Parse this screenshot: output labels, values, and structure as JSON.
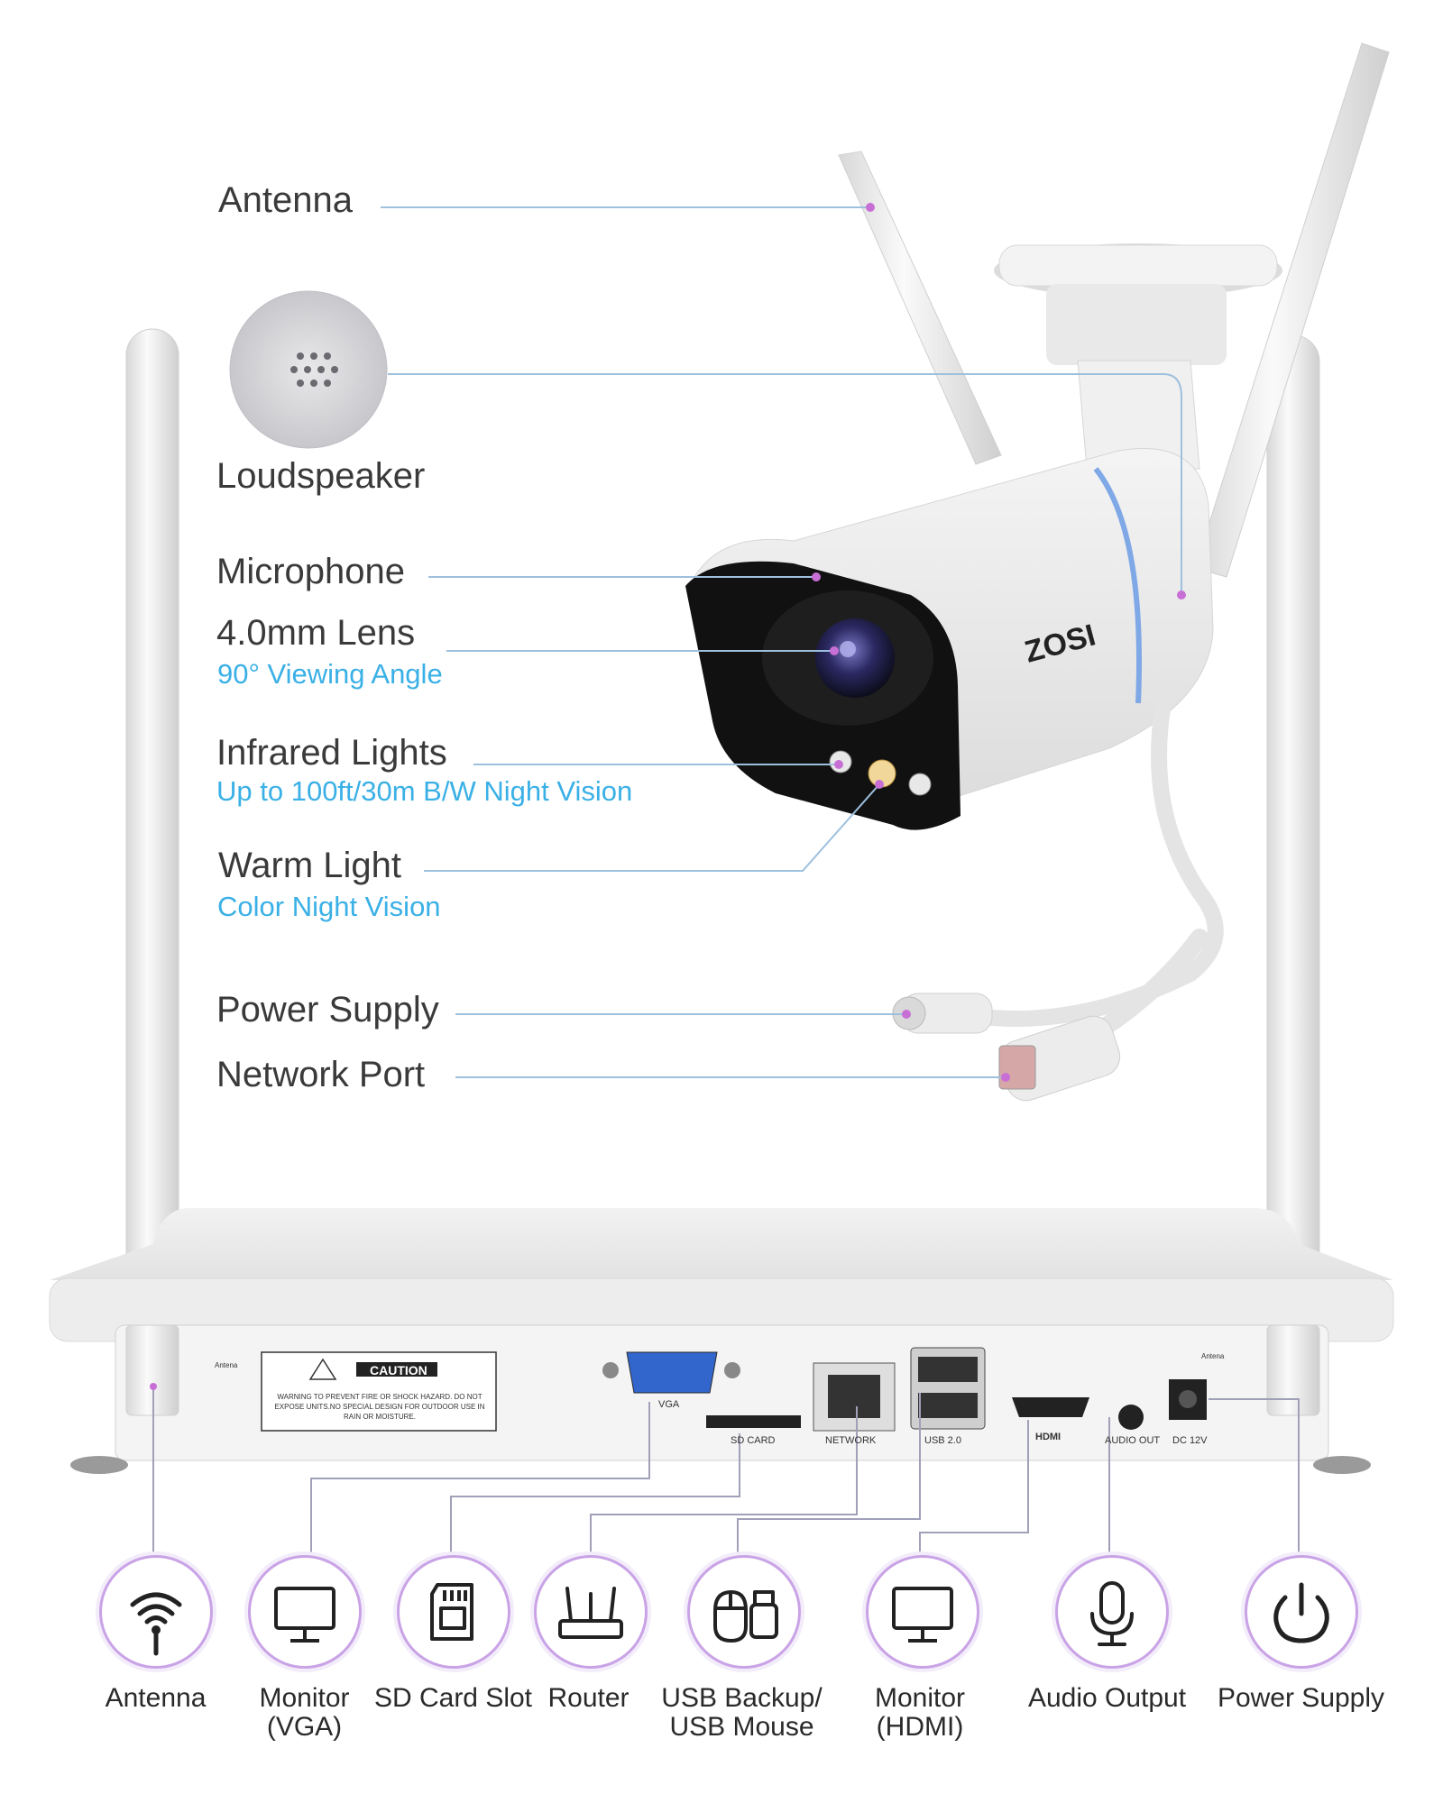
{
  "camera": {
    "brand": "ZOSI",
    "callouts": [
      {
        "key": "antenna",
        "label": "Antenna"
      },
      {
        "key": "loudspeaker",
        "label": "Loudspeaker"
      },
      {
        "key": "microphone",
        "label": "Microphone"
      },
      {
        "key": "lens",
        "label": "4.0mm Lens",
        "sub": "90° Viewing Angle"
      },
      {
        "key": "infrared",
        "label": "Infrared Lights",
        "sub": "Up to 100ft/30m B/W Night Vision"
      },
      {
        "key": "warm",
        "label": "Warm Light",
        "sub": "Color Night Vision"
      },
      {
        "key": "power",
        "label": "Power Supply"
      },
      {
        "key": "network",
        "label": "Network Port"
      }
    ]
  },
  "nvr": {
    "caution_title": "CAUTION",
    "caution_text": "WARNING  TO PREVENT FIRE OR SHOCK HAZARD. DO NOT EXPOSE UNITS.NO SPECIAL DESIGN FOR OUTDOOR USE IN RAIN OR MOISTURE.",
    "antenna_small_left": "Antena",
    "antenna_small_right": "Antena",
    "ports": {
      "vga": "VGA",
      "sd": "SD CARD",
      "network": "NETWORK",
      "usb": "USB 2.0",
      "hdmi": "HDMI",
      "audio": "AUDIO OUT",
      "dc": "DC 12V"
    }
  },
  "connectors": [
    {
      "icon": "wifi-icon",
      "label": "Antenna"
    },
    {
      "icon": "monitor-icon",
      "label": "Monitor\n(VGA)"
    },
    {
      "icon": "sd-card-icon",
      "label": "SD Card Slot"
    },
    {
      "icon": "router-icon",
      "label": "Router"
    },
    {
      "icon": "usb-mouse-icon",
      "label": "USB Backup/\nUSB Mouse"
    },
    {
      "icon": "monitor-icon",
      "label": "Monitor\n(HDMI)"
    },
    {
      "icon": "microphone-icon",
      "label": "Audio Output"
    },
    {
      "icon": "power-icon",
      "label": "Power Supply"
    }
  ],
  "colors": {
    "accent_blue": "#3ab0e6",
    "lead_line": "#9dc0de",
    "marker_pink": "#c86fd6",
    "circle_border": "#c9a3e6"
  }
}
